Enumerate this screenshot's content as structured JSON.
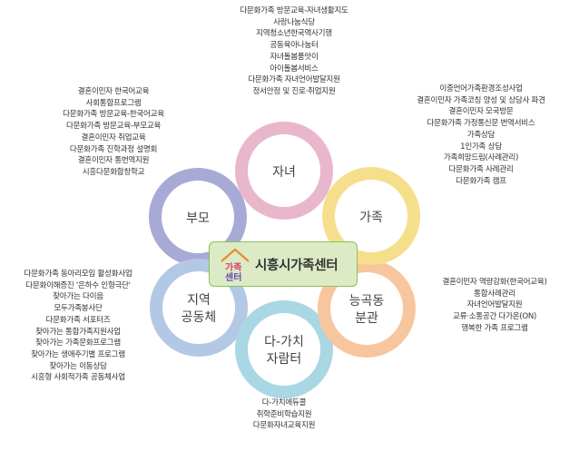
{
  "center": {
    "title": "시흥시가족센터",
    "logo_text": [
      "가족",
      "센터"
    ]
  },
  "circles": [
    {
      "id": "children",
      "label": [
        "자녀"
      ],
      "color": "#e9b7cb"
    },
    {
      "id": "family",
      "label": [
        "가족"
      ],
      "color": "#f6df8c"
    },
    {
      "id": "capability",
      "label": [
        "능곡동",
        "분관"
      ],
      "color": "#f8c69e"
    },
    {
      "id": "dagachi",
      "label": [
        "다-가치",
        "자람터"
      ],
      "color": "#a9d7e3"
    },
    {
      "id": "community",
      "label": [
        "지역",
        "공동체"
      ],
      "color": "#b3c8e4"
    },
    {
      "id": "parents",
      "label": [
        "부모"
      ],
      "color": "#a8aad6"
    }
  ],
  "lists": {
    "children": [
      "다문화가족 방문교육-자녀생활지도",
      "사랑나눔식당",
      "지역청소년한국역사기행",
      "공동육아나눔터",
      "자녀돌봄품앗이",
      "아이돌봄서비스",
      "다문화가족 자녀언어발달지원",
      "정서안정 및 진로·취업지원"
    ],
    "family": [
      "이중언어가족환경조성사업",
      "결혼이민자 가족코칭 양성 및 상담사 파견",
      "결혼이민자 모국방문",
      "다문화가족 가정통신문 번역서비스",
      "가족상담",
      "1인가족 상담",
      "가족희망드림(사례관리)",
      "다문화가족 사례관리",
      "다문화가족 캠프"
    ],
    "parents": [
      "결혼이민자 한국어교육",
      "사회통합프로그램",
      "다문화가족 방문교육-한국어교육",
      "다문화가족 방문교육-부모교육",
      "결혼이민자 취업교육",
      "다문화가족 진학과정 설명회",
      "결혼이민자 통번역지원",
      "시흥다문화합창학교"
    ],
    "community": [
      "다문화가족 동아리모임 활성화사업",
      "다문화이해증진 '은하수 인형극단'",
      "찾아가는 다이음",
      "모두가족봉사단",
      "다문화가족 서포터즈",
      "찾아가는 통합가족지원사업",
      "찾아가는 가족문화프로그램",
      "찾아가는 생애주기별 프로그램",
      "찾아가는 이동상담",
      "시흥형 사회적가족 공동체사업"
    ],
    "capability": [
      "결혼이민자 역량강화(한국어교육)",
      "통합사례관리",
      "자녀언어발달지원",
      "교류·소통공간 다가온(ON)",
      "행복한 가족 프로그램"
    ],
    "dagachi": [
      "다-가치에듀콜",
      "취학준비학습지원",
      "다문화자녀교육지원"
    ]
  }
}
